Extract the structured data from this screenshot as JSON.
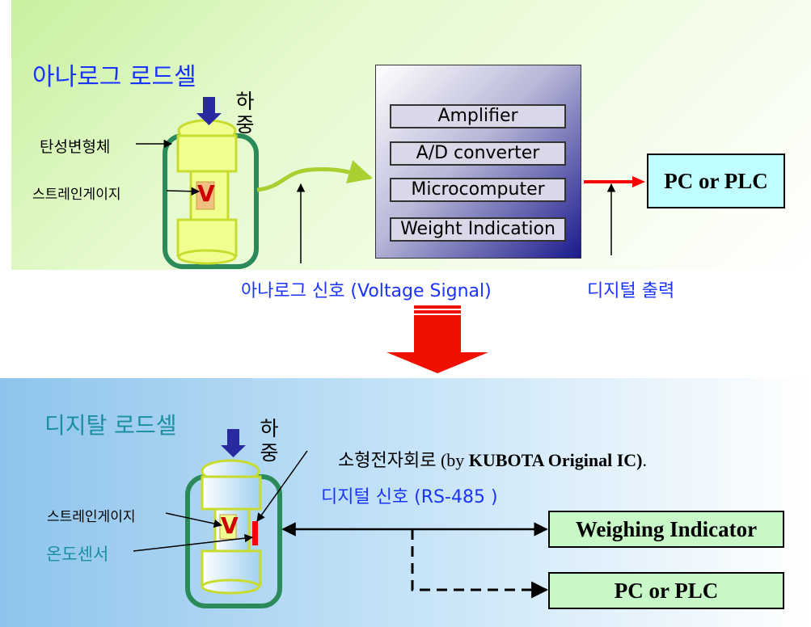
{
  "analog": {
    "title": "아나로그 로드셀",
    "load_char_1": "하",
    "load_char_2": "중",
    "elastic_label": "탄성변형체",
    "strain_label": "스트레인게이지",
    "gauge_mark": "V",
    "signal_label": "아나로그 신호 (Voltage Signal)",
    "digital_output_label": "디지털 출력",
    "processor": {
      "items": [
        {
          "label": "Amplifier"
        },
        {
          "label": "A/D converter"
        },
        {
          "label": "Microcomputer"
        },
        {
          "label": "Weight Indication"
        }
      ]
    },
    "output_box": "PC or PLC"
  },
  "digital": {
    "title": "디지탈 로드셀",
    "load_char_1": "하",
    "load_char_2": "중",
    "circuit_label_kr": "소형전자회로",
    "circuit_label_by": " (by ",
    "circuit_label_brand": "KUBOTA Original IC)",
    "circuit_label_end": ".",
    "signal_label": "디지털 신호 (RS-485 )",
    "strain_label": "스트레인게이지",
    "temp_label": "온도센서",
    "gauge_mark": "V",
    "output_box_1": "Weighing Indicator",
    "output_box_2": "PC or PLC"
  },
  "colors": {
    "analog_bg": "#c9f0a0",
    "digital_bg": "#8ec4ec",
    "cell_frame": "#2a8a5a",
    "cell_body": "#f0ff90",
    "signal_arrow": "#ff0000",
    "down_arrow": "#ee1100",
    "load_arrow": "#2a2aa0",
    "title_blue": "#1a33ff",
    "title_cyan": "#1a8fa0"
  }
}
